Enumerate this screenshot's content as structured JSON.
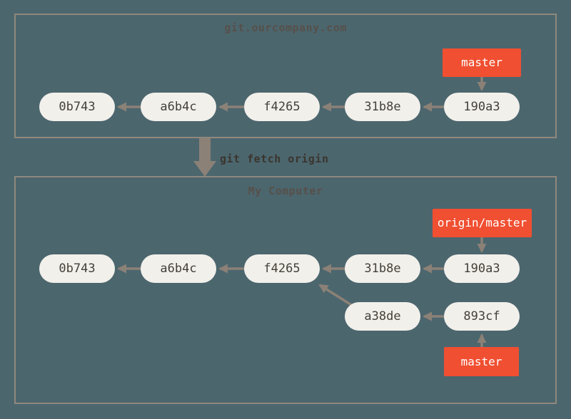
{
  "colors": {
    "background": "#4C666E",
    "box_border": "#8F887C",
    "commit_fill": "#F2F0EB",
    "commit_text": "#444039",
    "branch_fill": "#F04F31",
    "branch_text": "#FFFFFF",
    "arrow": "#8B8177",
    "title_text": "#56504A",
    "command_text": "#3A352E"
  },
  "remote": {
    "title": "git.ourcompany.com",
    "branch_label": "master",
    "commits": [
      {
        "id": "0b743"
      },
      {
        "id": "a6b4c"
      },
      {
        "id": "f4265"
      },
      {
        "id": "31b8e"
      },
      {
        "id": "190a3"
      }
    ]
  },
  "command": {
    "label": "git fetch origin"
  },
  "local": {
    "title": "My Computer",
    "remote_branch_label": "origin/master",
    "branch_label": "master",
    "commits": [
      {
        "id": "0b743"
      },
      {
        "id": "a6b4c"
      },
      {
        "id": "f4265"
      },
      {
        "id": "31b8e"
      },
      {
        "id": "190a3"
      }
    ],
    "feature_commits": [
      {
        "id": "a38de"
      },
      {
        "id": "893cf"
      }
    ]
  }
}
